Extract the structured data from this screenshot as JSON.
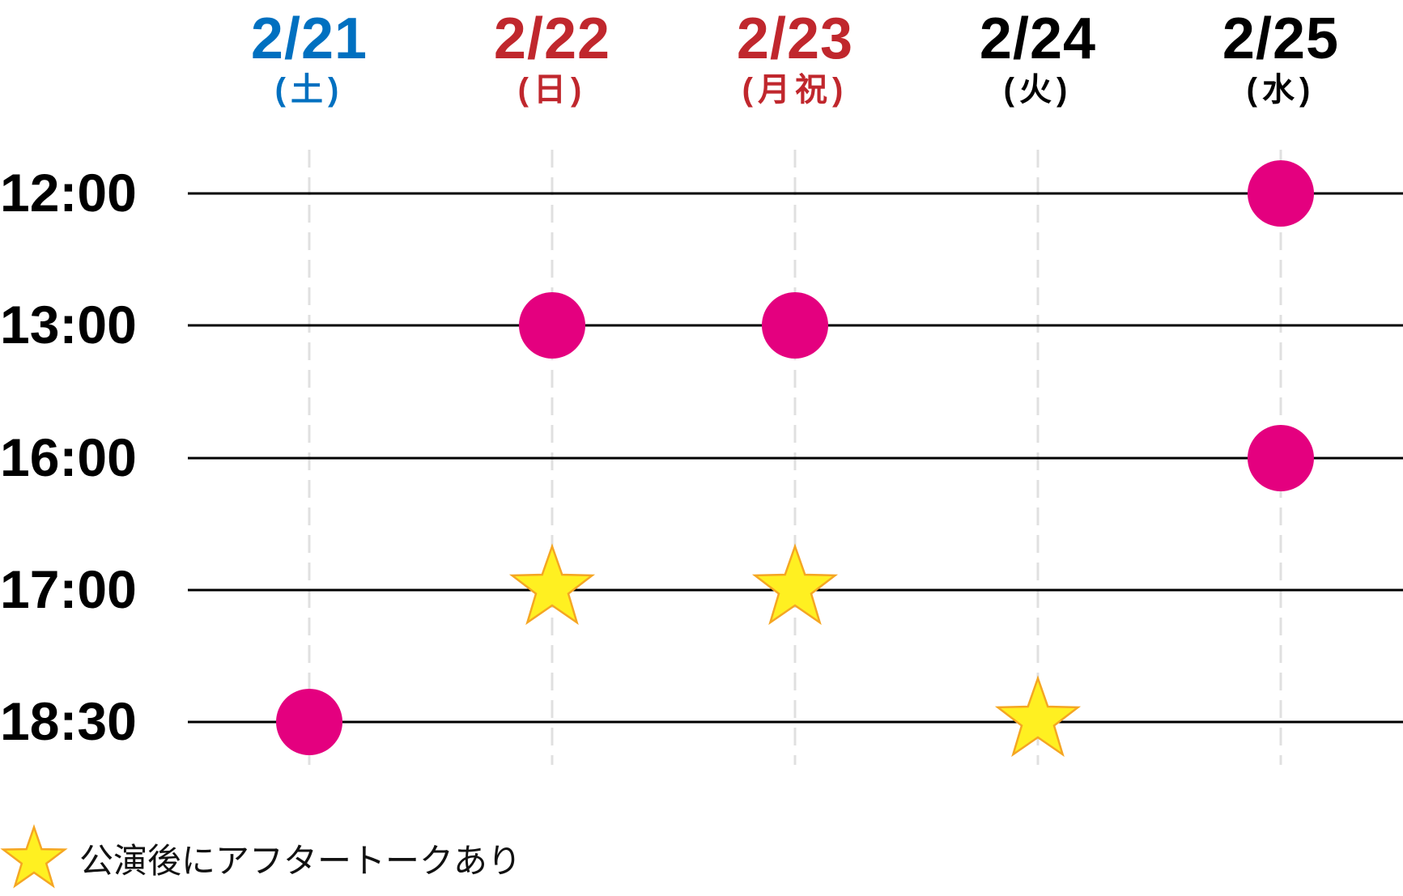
{
  "chart_data": {
    "type": "scatter",
    "title": "",
    "columns": [
      {
        "date": "2/21",
        "weekday": "(土)",
        "color": "#0070c0"
      },
      {
        "date": "2/22",
        "weekday": "(日)",
        "color": "#c0272d"
      },
      {
        "date": "2/23",
        "weekday": "(月祝)",
        "color": "#c0272d"
      },
      {
        "date": "2/24",
        "weekday": "(火)",
        "color": "#000000"
      },
      {
        "date": "2/25",
        "weekday": "(水)",
        "color": "#000000"
      }
    ],
    "rows": [
      "12:00",
      "13:00",
      "16:00",
      "17:00",
      "18:30"
    ],
    "performances": [
      {
        "date": "2/25",
        "time": "12:00",
        "marker": "circle"
      },
      {
        "date": "2/22",
        "time": "13:00",
        "marker": "circle"
      },
      {
        "date": "2/23",
        "time": "13:00",
        "marker": "circle"
      },
      {
        "date": "2/25",
        "time": "16:00",
        "marker": "circle"
      },
      {
        "date": "2/22",
        "time": "17:00",
        "marker": "star"
      },
      {
        "date": "2/23",
        "time": "17:00",
        "marker": "star"
      },
      {
        "date": "2/21",
        "time": "18:30",
        "marker": "circle"
      },
      {
        "date": "2/24",
        "time": "18:30",
        "marker": "star"
      }
    ],
    "colors": {
      "circle": "#e4007f",
      "star_fill": "#fff021",
      "star_stroke": "#f5a623",
      "row_line": "#000000",
      "column_line": "#e0e0e0"
    }
  },
  "legend": {
    "marker": "star-icon",
    "text": "公演後にアフタートークあり"
  }
}
